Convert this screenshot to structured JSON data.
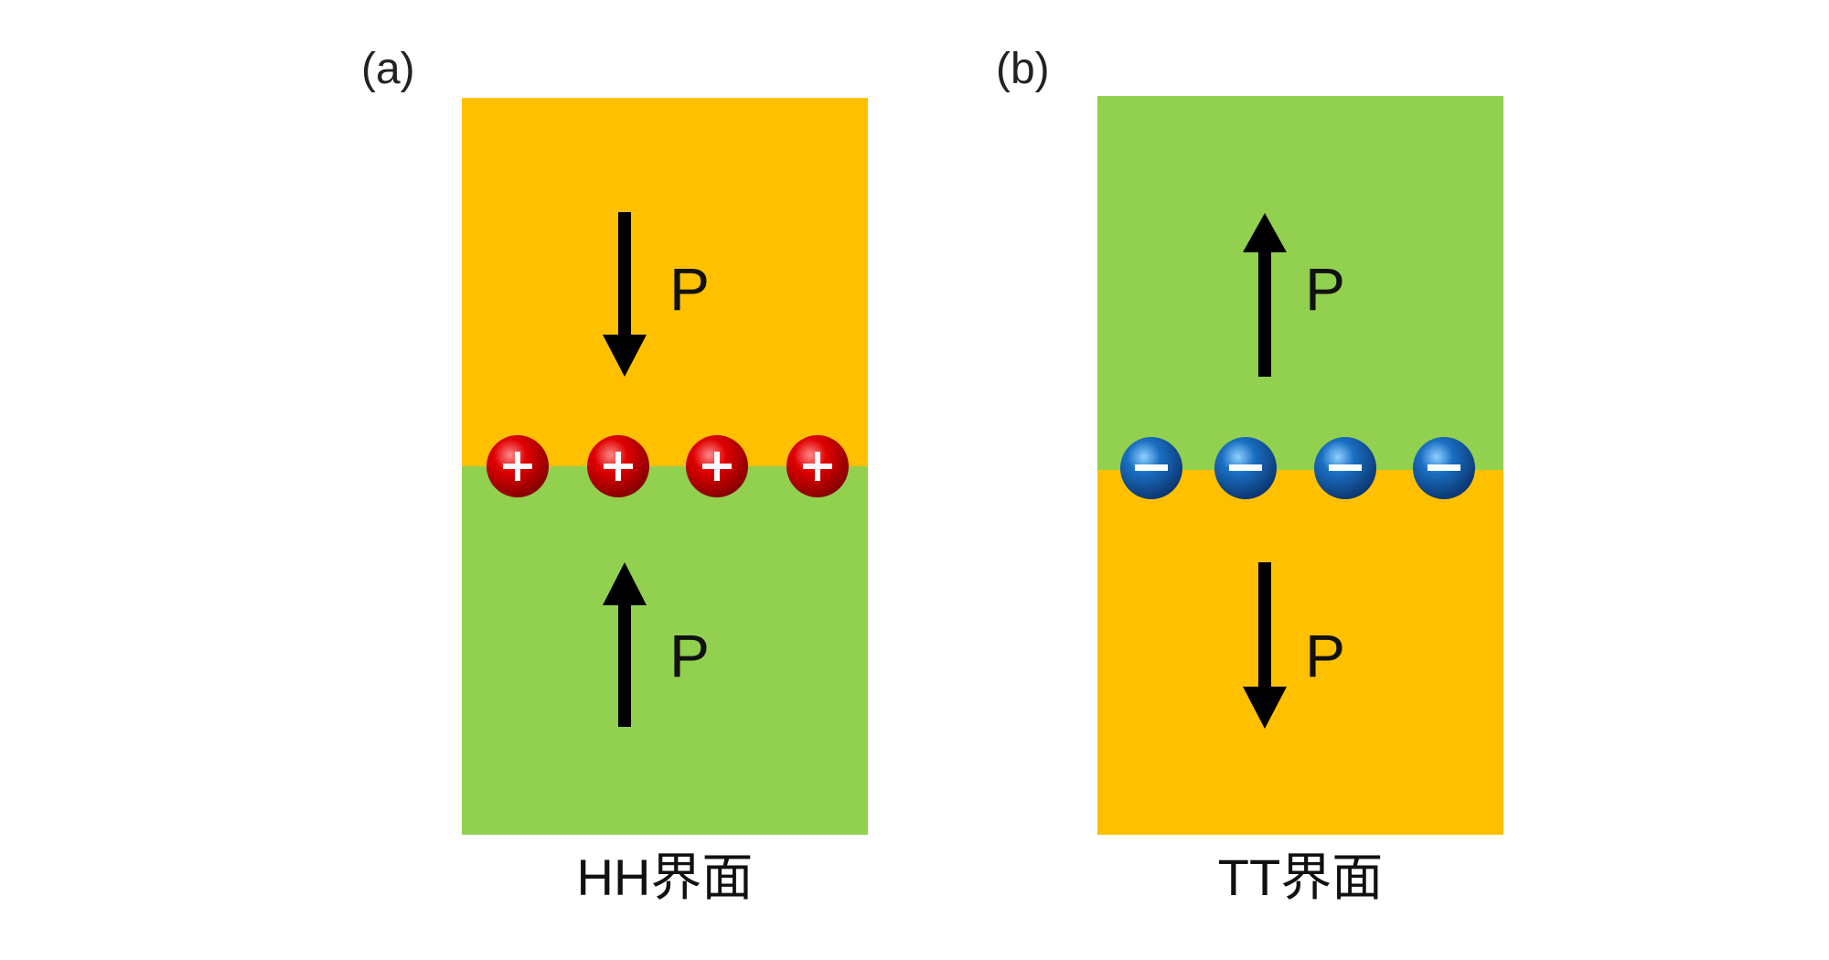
{
  "panels": [
    {
      "label": "(a)",
      "caption": "HH界面",
      "top_color": "#FFC000",
      "bottom_color": "#92D050",
      "top_arrow": "down",
      "bottom_arrow": "up",
      "top_arrow_label": "P",
      "bottom_arrow_label": "P",
      "charge_sign": "+",
      "charge_color": "#E00000",
      "charge_count": 4
    },
    {
      "label": "(b)",
      "caption": "TT界面",
      "top_color": "#92D050",
      "bottom_color": "#FFC000",
      "top_arrow": "up",
      "bottom_arrow": "down",
      "top_arrow_label": "P",
      "bottom_arrow_label": "P",
      "charge_sign": "−",
      "charge_color": "#1A6FC2",
      "charge_count": 4
    }
  ]
}
